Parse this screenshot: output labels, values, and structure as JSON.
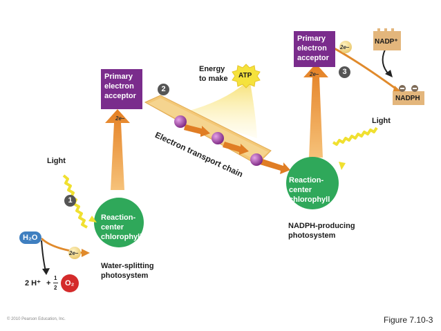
{
  "labels": {
    "primary_acceptor": "Primary electron acceptor",
    "primary_acceptor_l1": "Primary",
    "primary_acceptor_l2": "electron",
    "primary_acceptor_l3": "acceptor",
    "energy_l1": "Energy",
    "energy_l2": "to make",
    "atp": "ATP",
    "electron_transport_chain": "Electron transport chain",
    "light": "Light",
    "rc_l1": "Reaction-",
    "rc_l2": "center",
    "rc_l3": "chlorophyll",
    "h2o": "H₂O",
    "two_e": "2e–",
    "two_h": "2 H⁺",
    "plus": "+",
    "half_num": "1",
    "half_den": "2",
    "o2": "O₂",
    "ws_l1": "Water-splitting",
    "ws_l2": "photosystem",
    "np_l1": "NADPH-producing",
    "np_l2": "photosystem",
    "nadp": "NADP⁺",
    "nadph": "NADPH",
    "step1": "1",
    "step2": "2",
    "step3": "3",
    "copyright": "© 2010 Pearson Education, Inc.",
    "figure": "Figure 7.10-3"
  },
  "colors": {
    "acceptor": "#7a2c8c",
    "chlorophyll": "#2fa85a",
    "arrow_orange": "#e8892b",
    "etc_band": "#f0c878",
    "carrier": "#8b2f8e",
    "h2o": "#3f7fc0",
    "o2": "#d42b2b",
    "electron": "#f2d889",
    "light": "#f0e030",
    "nadp": "#e3b67c"
  }
}
